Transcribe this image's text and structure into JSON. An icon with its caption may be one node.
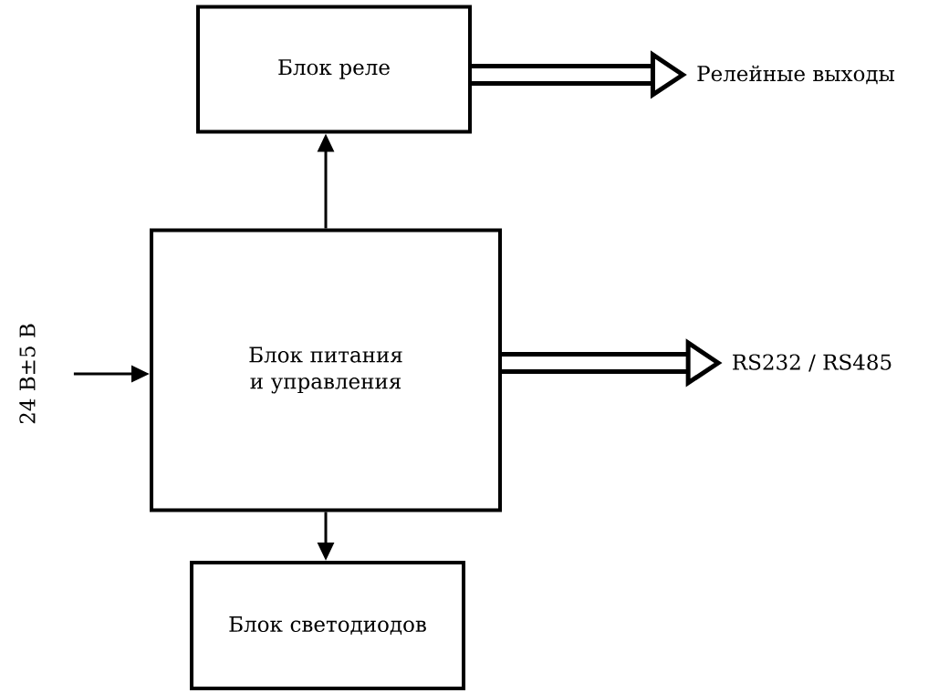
{
  "diagram": {
    "nodes": [
      {
        "text": [
          "Блок реле"
        ]
      },
      {
        "text": [
          "Блок питания и управления"
        ]
      },
      {
        "text": [
          "Блок светодиодов"
        ]
      },
      {
        "text": [
          "Релейные выходы"
        ]
      },
      {
        "text": [
          "RS232 / RS485"
        ]
      },
      {
        "text": [
          "24 В±5 В"
        ]
      }
    ],
    "edges": [
      {
        "from": 5,
        "to": 1,
        "arrow": "to"
      },
      {
        "from": 1,
        "to": 0,
        "arrow": "to"
      },
      {
        "from": 1,
        "to": 2,
        "arrow": "to"
      },
      {
        "from": 0,
        "to": 3,
        "arrow": "to",
        "style": "thick"
      },
      {
        "from": 1,
        "to": 4,
        "arrow": "to",
        "style": "thick"
      }
    ]
  }
}
